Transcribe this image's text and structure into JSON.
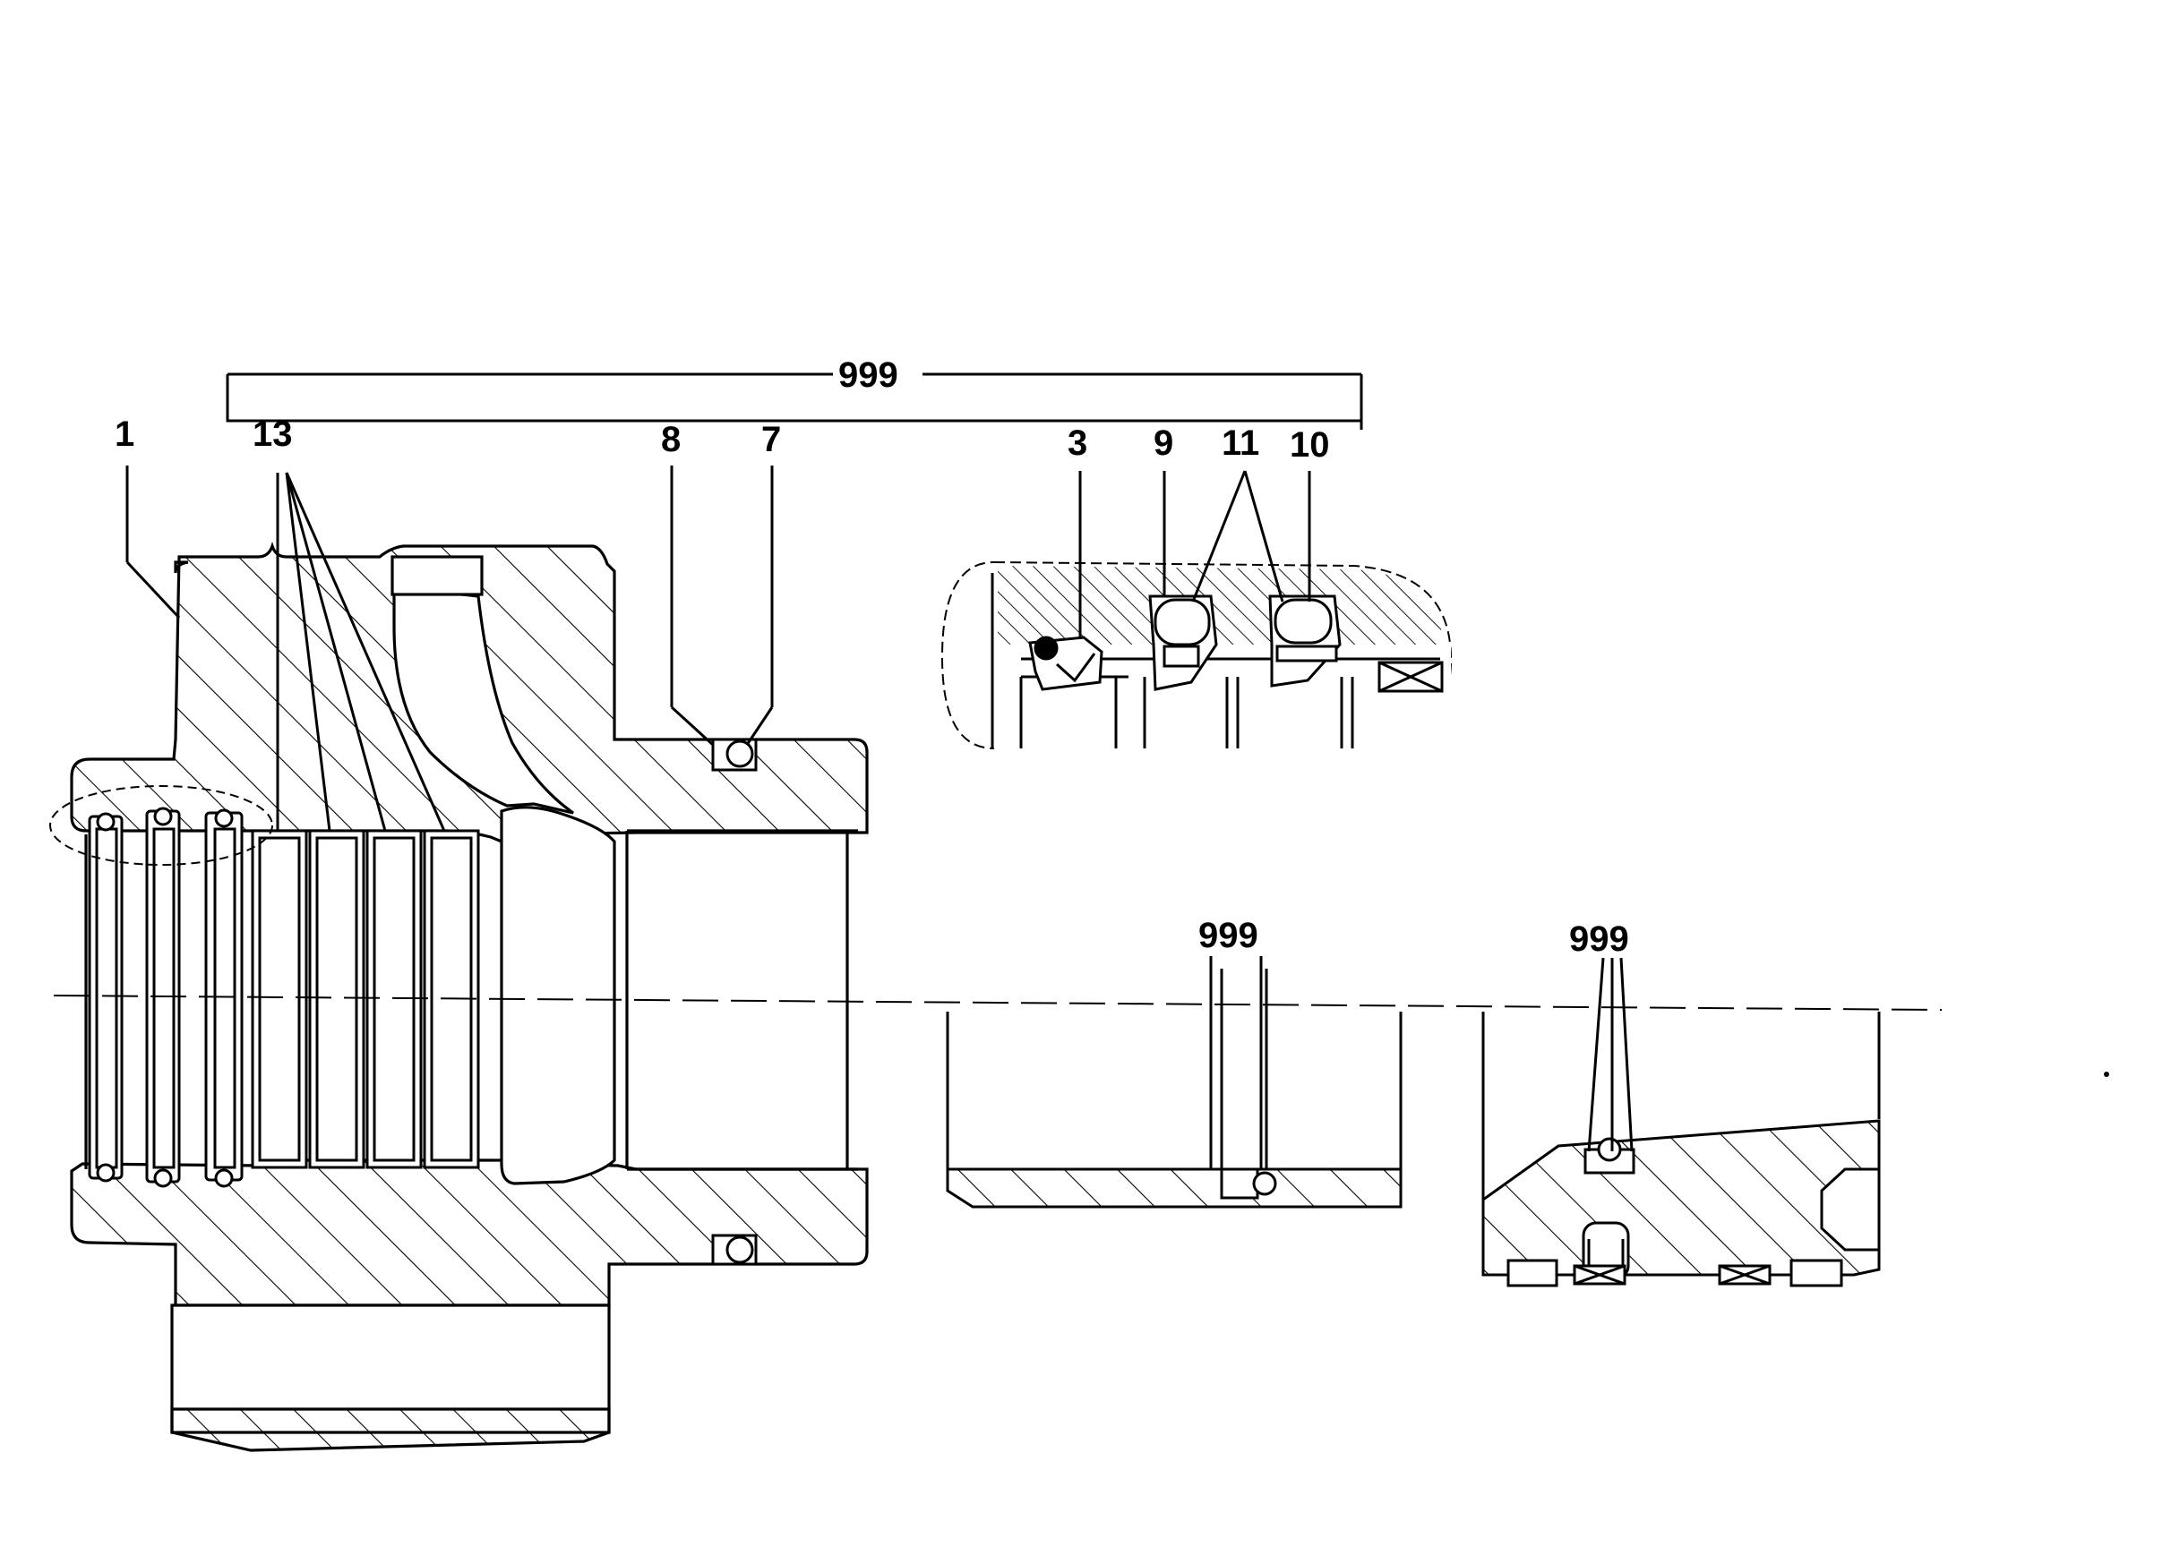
{
  "callouts": {
    "part_1": "1",
    "part_13": "13",
    "part_8": "8",
    "part_7": "7",
    "part_3": "3",
    "part_9": "9",
    "part_11": "11",
    "part_10": "10",
    "kit_999_top": "999",
    "kit_999_mid": "999",
    "kit_999_right": "999"
  },
  "colors": {
    "line": "#000000",
    "background": "#ffffff"
  }
}
